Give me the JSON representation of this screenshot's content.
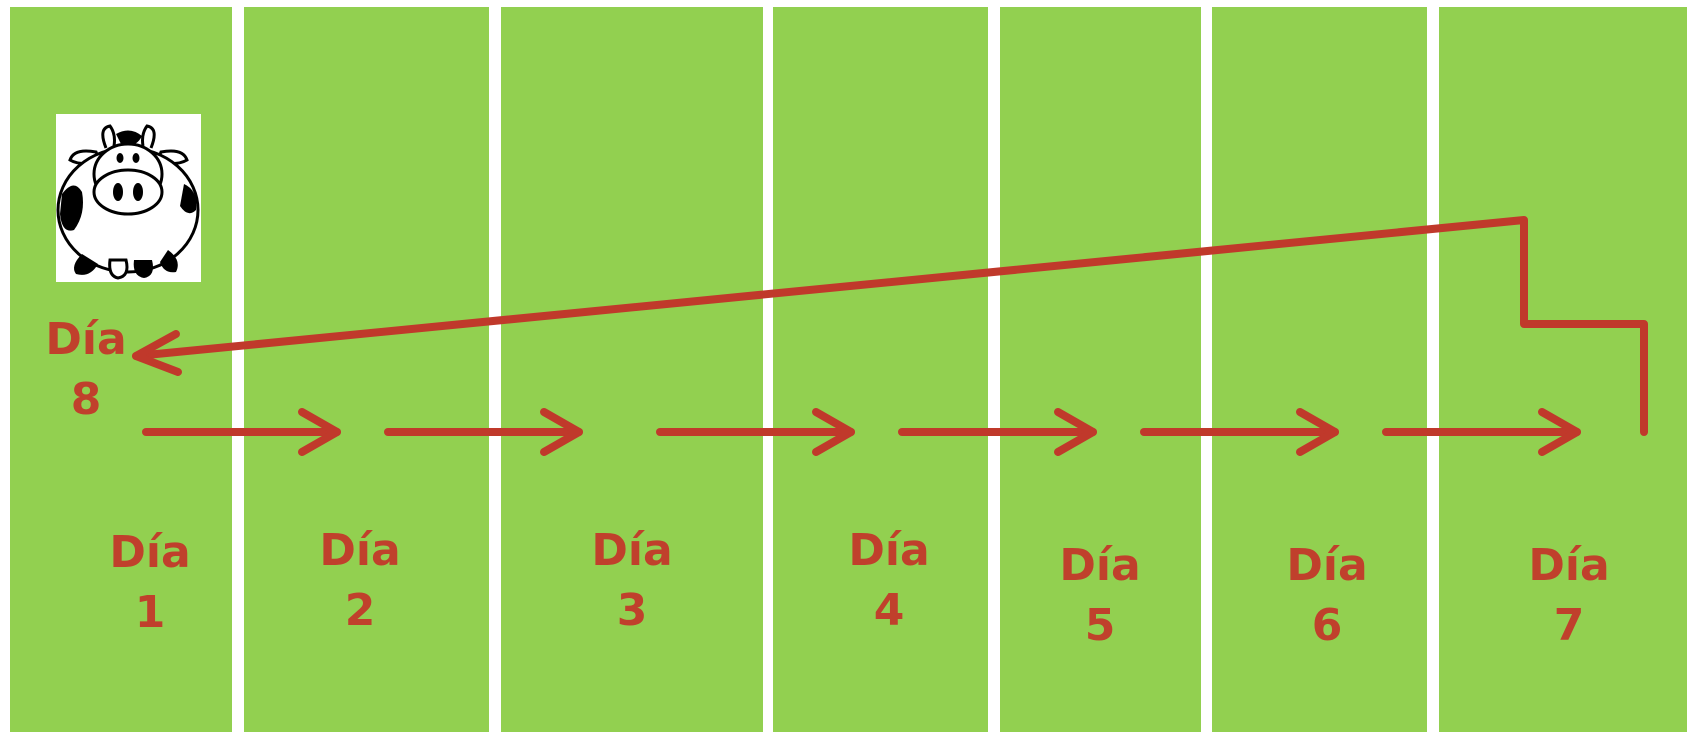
{
  "diagram": {
    "type": "rotational-grazing",
    "paddocks": [
      {
        "word": "Día",
        "number": "1"
      },
      {
        "word": "Día",
        "number": "2"
      },
      {
        "word": "Día",
        "number": "3"
      },
      {
        "word": "Día",
        "number": "4"
      },
      {
        "word": "Día",
        "number": "5"
      },
      {
        "word": "Día",
        "number": "6"
      },
      {
        "word": "Día",
        "number": "7"
      }
    ],
    "return_label": {
      "word": "Día",
      "number": "8"
    },
    "icons": {
      "animal": "cow-icon"
    },
    "colors": {
      "pasture": "#92d050",
      "divider": "#ffffff",
      "arrow": "#c0392b",
      "label": "#c0402c"
    }
  }
}
